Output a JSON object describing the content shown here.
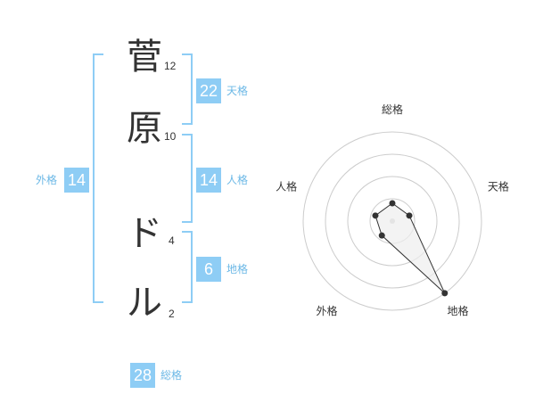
{
  "name_chars": [
    {
      "char": "菅",
      "strokes": "12"
    },
    {
      "char": "原",
      "strokes": "10"
    },
    {
      "char": "ド",
      "strokes": "4"
    },
    {
      "char": "ル",
      "strokes": "2"
    }
  ],
  "fortune": {
    "tenkaku": {
      "value": "22",
      "label": "天格"
    },
    "jinkaku": {
      "value": "14",
      "label": "人格"
    },
    "chikaku": {
      "value": "6",
      "label": "地格"
    },
    "gaikaku": {
      "value": "14",
      "label": "外格"
    },
    "soukaku": {
      "value": "28",
      "label": "総格"
    }
  },
  "colors": {
    "accent": "#8ecdf5",
    "label": "#6cb8e6",
    "text": "#333333"
  },
  "chart_data": {
    "type": "radar",
    "axes": [
      "総格",
      "天格",
      "地格",
      "外格",
      "人格"
    ],
    "values": [
      1,
      1,
      5,
      1,
      1
    ],
    "max": 5,
    "rings": 4,
    "grid": true
  }
}
